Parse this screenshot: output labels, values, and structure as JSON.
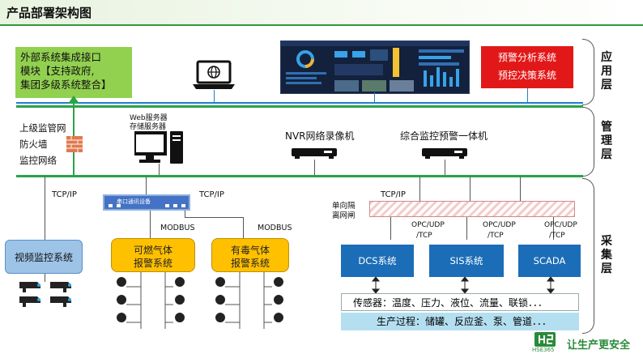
{
  "page_title": "产品部署架构图",
  "application": {
    "external_lines": [
      "外部系统集成接口",
      "模块【支持政府,",
      "集团多级系统整合】"
    ],
    "warning_lines": [
      "预警分析系统",
      "预控决策系统"
    ]
  },
  "layers": {
    "application": "应用层",
    "management": "管理层",
    "collection": "采集层"
  },
  "management": {
    "upper_network": [
      "上级监管网",
      "防火墙",
      "监控网络"
    ],
    "web_server": [
      "Web服务器",
      "存储服务器"
    ],
    "nvr": "NVR网络录像机",
    "integrated": "综合监控预警一体机"
  },
  "collection": {
    "tcpip_video": "TCP/IP",
    "tcpip_serial": "TCP/IP",
    "tcpip_gateway": "TCP/IP",
    "serial_device": "串口通讯设备",
    "modbus_1": "MODBUS",
    "modbus_2": "MODBUS",
    "video_system": "视频监控系统",
    "combustible": [
      "可燃气体",
      "报警系统"
    ],
    "toxic": [
      "有毒气体",
      "报警系统"
    ],
    "gateway_label": [
      "单向隔",
      "离网闸"
    ],
    "opc_1": [
      "OPC/UDP",
      "/TCP"
    ],
    "opc_2": [
      "OPC/UDP",
      "/TCP"
    ],
    "opc_3": [
      "OPC/UDP",
      "/TCP"
    ],
    "dcs": "DCS系统",
    "sis": "SIS系统",
    "scada": "SCADA",
    "sensors": "传感器：温度、压力、液位、流量、联锁．．．",
    "process": "生产过程：储罐、反应釜、泵、管道．．．"
  },
  "branding": {
    "slogan": "让生产更安全",
    "logo_text": "HSE365"
  },
  "colors": {
    "accent_green": "#29a34a",
    "network_blue": "#1f7fd0",
    "ext_green": "#92d050",
    "warn_red": "#e21818",
    "gas_yellow": "#ffc000",
    "control_blue": "#1b6db8"
  }
}
